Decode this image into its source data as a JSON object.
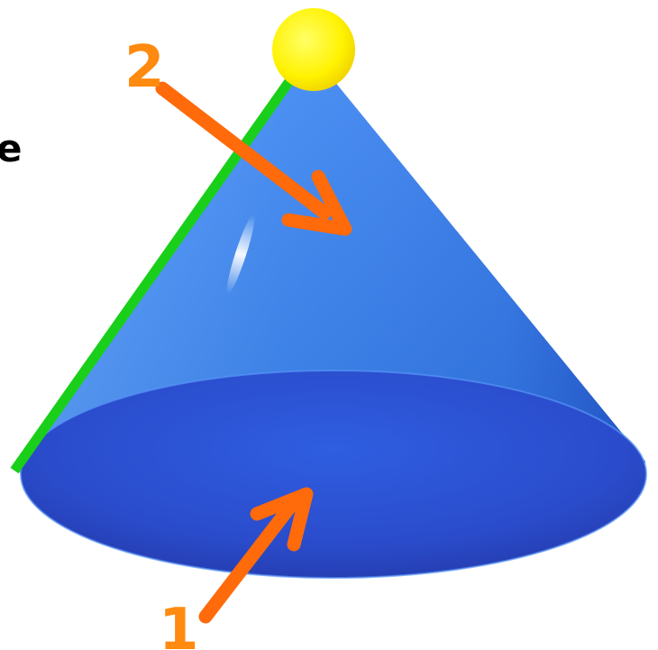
{
  "diagram": {
    "clipped_word": "e",
    "callouts": [
      {
        "id": "base",
        "number": "1"
      },
      {
        "id": "lateral-surface",
        "number": "2"
      }
    ]
  },
  "colors": {
    "cone_side_light": "#4a92f8",
    "cone_side_mid": "#2f77ec",
    "cone_side_dark": "#2159d8",
    "cone_base": "#2b4fcf",
    "cone_base_dark": "#233fb2",
    "base_rim": "#4f8ff6",
    "slant_line": "#1fd11f",
    "apex_dot": "#fff200",
    "apex_dot_edge": "#f2d400",
    "arrow": "#ff6a0b",
    "number_label": "#ff8a10",
    "clipped_word": "#000000"
  }
}
